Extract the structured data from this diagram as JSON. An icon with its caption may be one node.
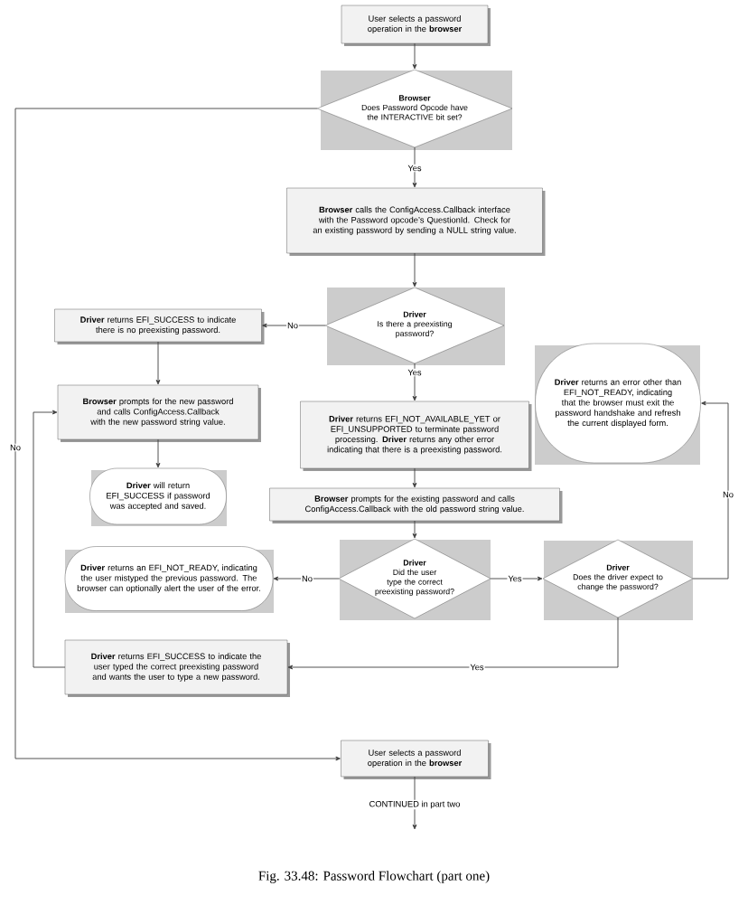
{
  "diagram": {
    "caption": "Fig. 33.48: Password Flowchart (part one)",
    "nodes": [
      {
        "text": [
          "User selects a password operation in the **browser**"
        ]
      },
      {
        "text": [
          "Browser",
          "Does Password Opcode have the INTERACTIVE bit set?"
        ]
      },
      {
        "text": [
          "**Browser** calls the ConfigAccess.Callback interface with the Password opcode’s QuestionId. Check for an existing password by sending a NULL string value."
        ]
      },
      {
        "text": [
          "Driver",
          "Is there a preexisting password?"
        ]
      },
      {
        "text": [
          "**Driver** returns EFI_SUCCESS to indicate there is no preexisting password."
        ]
      },
      {
        "text": [
          "**Browser** prompts for the new password and calls ConfigAccess.Callback with the new password string value."
        ]
      },
      {
        "text": [
          "**Driver** will return EFI_SUCCESS if password was accepted and saved."
        ]
      },
      {
        "text": [
          "**Driver** returns EFI_NOT_AVAILABLE_YET or EFI_UNSUPPORTED to terminate password processing. **Driver** returns any other error indicating that there is a preexisting password."
        ]
      },
      {
        "text": [
          "**Driver** returns an error other than EFI_NOT_READY, indicating that the browser must exit the password handshake and refresh the current displayed form."
        ]
      },
      {
        "text": [
          "**Browser** prompts for the existing password and calls ConfigAccess.Callback with the old password string value."
        ]
      },
      {
        "text": [
          "Driver",
          "Did the user type the correct preexisting password?"
        ]
      },
      {
        "text": [
          "Driver",
          "Does the driver expect to change the password?"
        ]
      },
      {
        "text": [
          "**Driver** returns an EFI_NOT_READY, indicating the user mistyped the previous password. The browser can optionally alert the user of the error."
        ]
      },
      {
        "text": [
          "**Driver** returns EFI_SUCCESS to indicate the user typed the correct preexisting password and wants the user to type a new password."
        ]
      },
      {
        "text": [
          "User selects a password operation in the **browser**"
        ]
      }
    ],
    "edges": [
      {
        "from": 0,
        "to": 1,
        "arrow": "to"
      },
      {
        "from": 1,
        "to": 2,
        "arrow": "to",
        "label": "Yes"
      },
      {
        "from": 1,
        "to": 14,
        "arrow": "to",
        "label": "No"
      },
      {
        "from": 2,
        "to": 3,
        "arrow": "to"
      },
      {
        "from": 3,
        "to": 4,
        "arrow": "to",
        "label": "No"
      },
      {
        "from": 3,
        "to": 7,
        "arrow": "to",
        "label": "Yes"
      },
      {
        "from": 4,
        "to": 5,
        "arrow": "to"
      },
      {
        "from": 5,
        "to": 6,
        "arrow": "to"
      },
      {
        "from": 7,
        "to": 9,
        "arrow": "to"
      },
      {
        "from": 9,
        "to": 10,
        "arrow": "to"
      },
      {
        "from": 10,
        "to": 12,
        "arrow": "to",
        "label": "No"
      },
      {
        "from": 10,
        "to": 11,
        "arrow": "to",
        "label": "Yes"
      },
      {
        "from": 11,
        "to": 13,
        "arrow": "to",
        "label": "Yes"
      },
      {
        "from": 11,
        "to": 8,
        "arrow": "to",
        "label": "No"
      },
      {
        "from": 13,
        "to": 5,
        "arrow": "to"
      },
      {
        "from": 14,
        "to": null,
        "arrow": "to",
        "label": "CONTINUED in part two"
      }
    ]
  }
}
